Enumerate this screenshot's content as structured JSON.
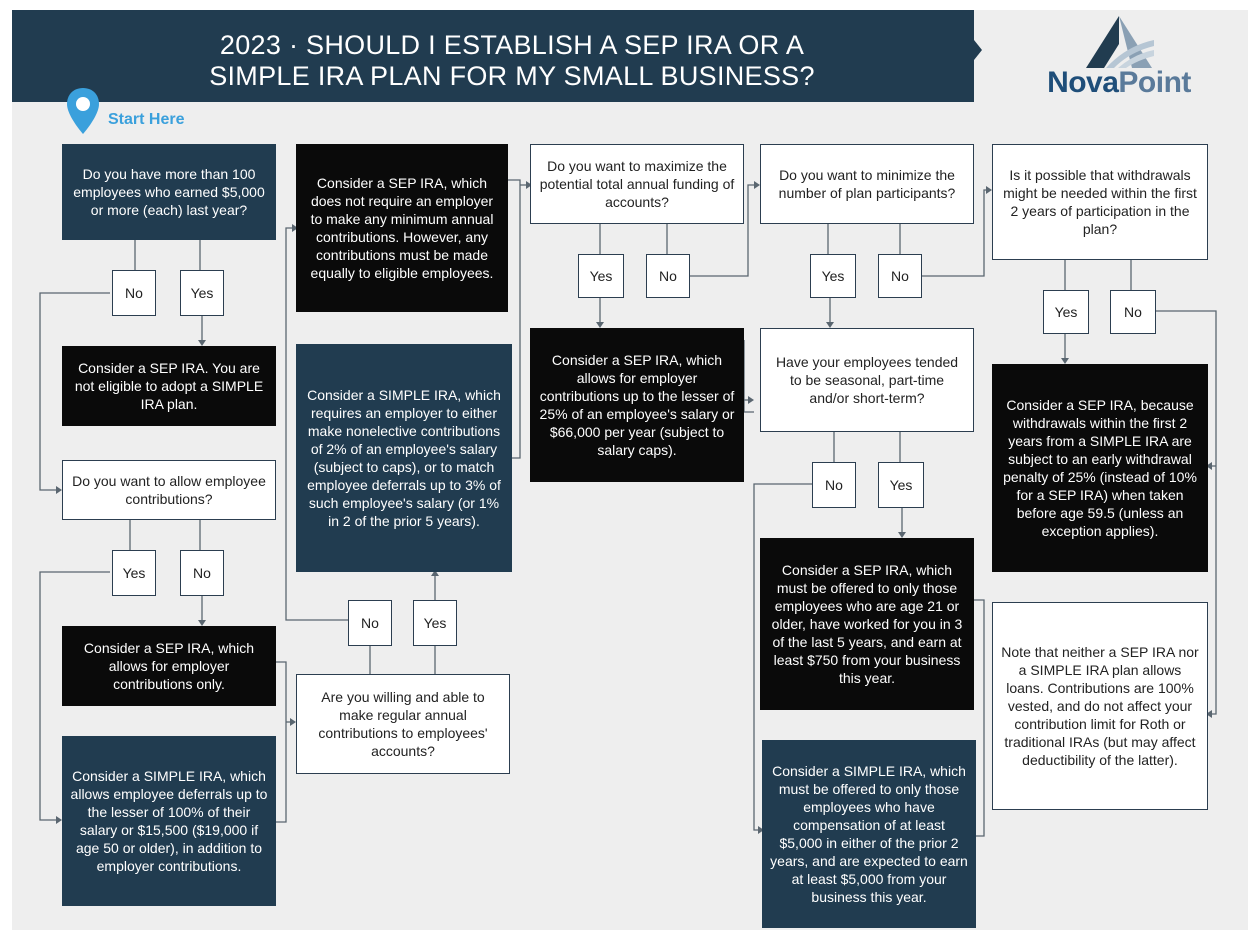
{
  "header": {
    "title_line1": "2023 · SHOULD I ESTABLISH A SEP IRA OR A",
    "title_line2": "SIMPLE IRA PLAN FOR MY SMALL BUSINESS?",
    "logo_bold": "Nova",
    "logo_light": "Point"
  },
  "start_label": "Start Here",
  "colors": {
    "navy": "#213c50",
    "black": "#0a0a0a",
    "background": "#eeeeee",
    "accent": "#3aa0dc"
  },
  "questions": {
    "q_employees": "Do you have more than 100 employees who earned $5,000 or more (each) last year?",
    "q_allow_contrib": "Do you want to allow employee contributions?",
    "q_willing": "Are you willing and able to make regular annual contributions to employees' accounts?",
    "q_maximize": "Do you want to maximize the potential total annual funding of accounts?",
    "q_minimize": "Do you want to minimize the number of plan participants?",
    "q_seasonal": "Have your employees tended to be seasonal, part-time and/or short-term?",
    "q_withdrawals": "Is it possible that withdrawals might be needed within the first 2 years of participation in the plan?"
  },
  "answers": {
    "a_not_eligible": "Consider a SEP IRA. You are not eligible to adopt a SIMPLE IRA plan.",
    "a_employer_only": "Consider a SEP IRA, which allows for employer contributions only.",
    "a_simple_deferrals": "Consider a SIMPLE IRA, which allows employee deferrals up to the lesser of 100% of their salary or $15,500 ($19,000 if age 50 or older), in addition to employer contributions.",
    "a_sep_no_min": "Consider a SEP IRA, which does not require an employer to make any minimum annual contributions. However, any contributions must be made equally to eligible employees.",
    "a_simple_requires": "Consider a SIMPLE IRA, which requires an employer to either make nonelective contributions of 2% of an employee's salary (subject to caps), or to match employee deferrals up to 3% of such employee's salary (or 1% in 2 of the prior 5 years).",
    "a_sep_25": "Consider a SEP IRA, which allows for employer contributions up to the lesser of 25% of an employee's salary or $66,000 per year (subject to salary caps).",
    "a_sep_age21": "Consider a SEP IRA, which must be offered to only those employees who are age 21 or older, have worked for you in 3 of the last 5 years, and earn at least $750 from your business this year.",
    "a_simple_5000": "Consider a SIMPLE IRA, which must be offered to only those employees who have compensation of at least $5,000 in either of the prior 2 years, and are expected to earn at least $5,000 from your business this year.",
    "a_sep_withdrawal": "Consider a SEP IRA, because withdrawals within the first 2 years from a SIMPLE IRA are subject to an early withdrawal penalty of 25% (instead of 10% for a SEP IRA) when taken before age 59.5 (unless an exception applies).",
    "note_loans": "Note that neither a SEP IRA nor a SIMPLE IRA plan allows loans. Contributions are 100% vested, and do not affect your contribution limit for Roth or traditional IRAs (but may affect deductibility of the latter)."
  },
  "yes_label": "Yes",
  "no_label": "No"
}
